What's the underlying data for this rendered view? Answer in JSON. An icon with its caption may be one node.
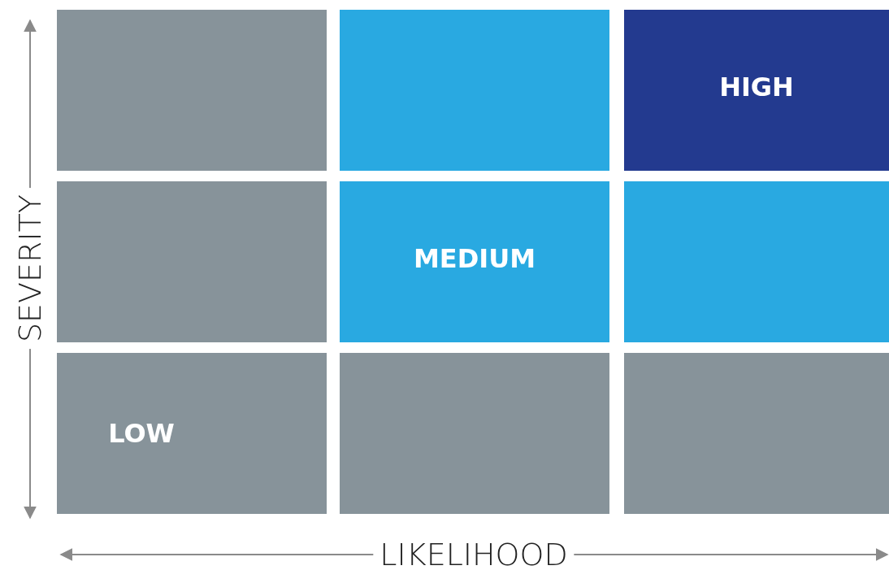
{
  "diagram": {
    "nodes": [
      {
        "text": [],
        "shape": "box"
      },
      {
        "text": [],
        "shape": "box"
      },
      {
        "text": [
          "HIGH"
        ]
      },
      {
        "text": [],
        "shape": "box"
      },
      {
        "text": [
          "MEDIUM"
        ]
      },
      {
        "text": [],
        "shape": "box"
      },
      {
        "text": [
          "LOW"
        ]
      },
      {
        "text": [],
        "shape": "box"
      },
      {
        "text": [],
        "shape": "box"
      }
    ],
    "labels": [
      "SEVERITY",
      "LIKELIHOOD"
    ]
  }
}
